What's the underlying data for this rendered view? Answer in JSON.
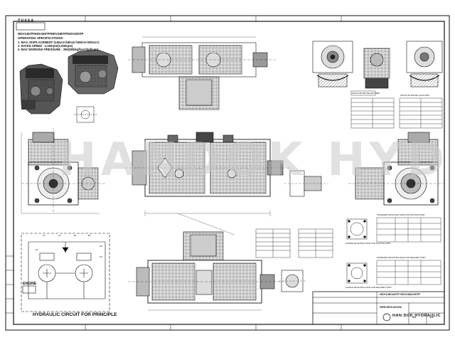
{
  "sheet": {
    "title_block_logo": "TVGSA",
    "header": "HDV145TP/HDV160TP/HDV180TP/HDV200TP",
    "specs_title": "OPERATING SPECIFICATIONS",
    "specs": [
      "1. MAX. DISPLACEMENT (145cm³/160cm³/180cm³/200cm³)",
      "2. RATED SPEED : 2,150rpm(1,900rpm)",
      "3. MAX WORKING PRESSURE : 350(380)kgf/cm²(kgf/cm²)"
    ],
    "watermark": "HANDOK HYD",
    "circuit_caption": "HYDRAULIC CIRCUIT FOR PRINCIPLE",
    "engine_label": "ENGINE",
    "port_labels": [
      "A1",
      "A2",
      "B1",
      "B3",
      "Dr1",
      "Pi1",
      "A3"
    ],
    "spline_left": "INVOLUTE SPLINE (DIN 5480)",
    "spline_right": "INVOLUTE SPLINE (JIS B 1603)",
    "flange_suction": "STANDARD MOUNTING FACE FOR SUCTION PORT",
    "flange_delivery": "STANDARD MOUNTING FACE FOR DELIVERY PORT",
    "flange_suction_caption": "FLANGE MOUNTING FACE FOR SUCTION PORT",
    "flange_delivery_caption": "FLANGE MOUNTING FACE FOR DELIVERY PORT",
    "company": "HAN DOK HYDRAULIC",
    "tb_model": "HDV145/160TP HDV180/200TP",
    "tb_doc": "SPECIFICATION",
    "tb_size": "A1",
    "tb_scale": "1:1"
  },
  "colors": {
    "line": "#111111",
    "watermark": "#c9c9c9",
    "paper": "#ffffff"
  }
}
